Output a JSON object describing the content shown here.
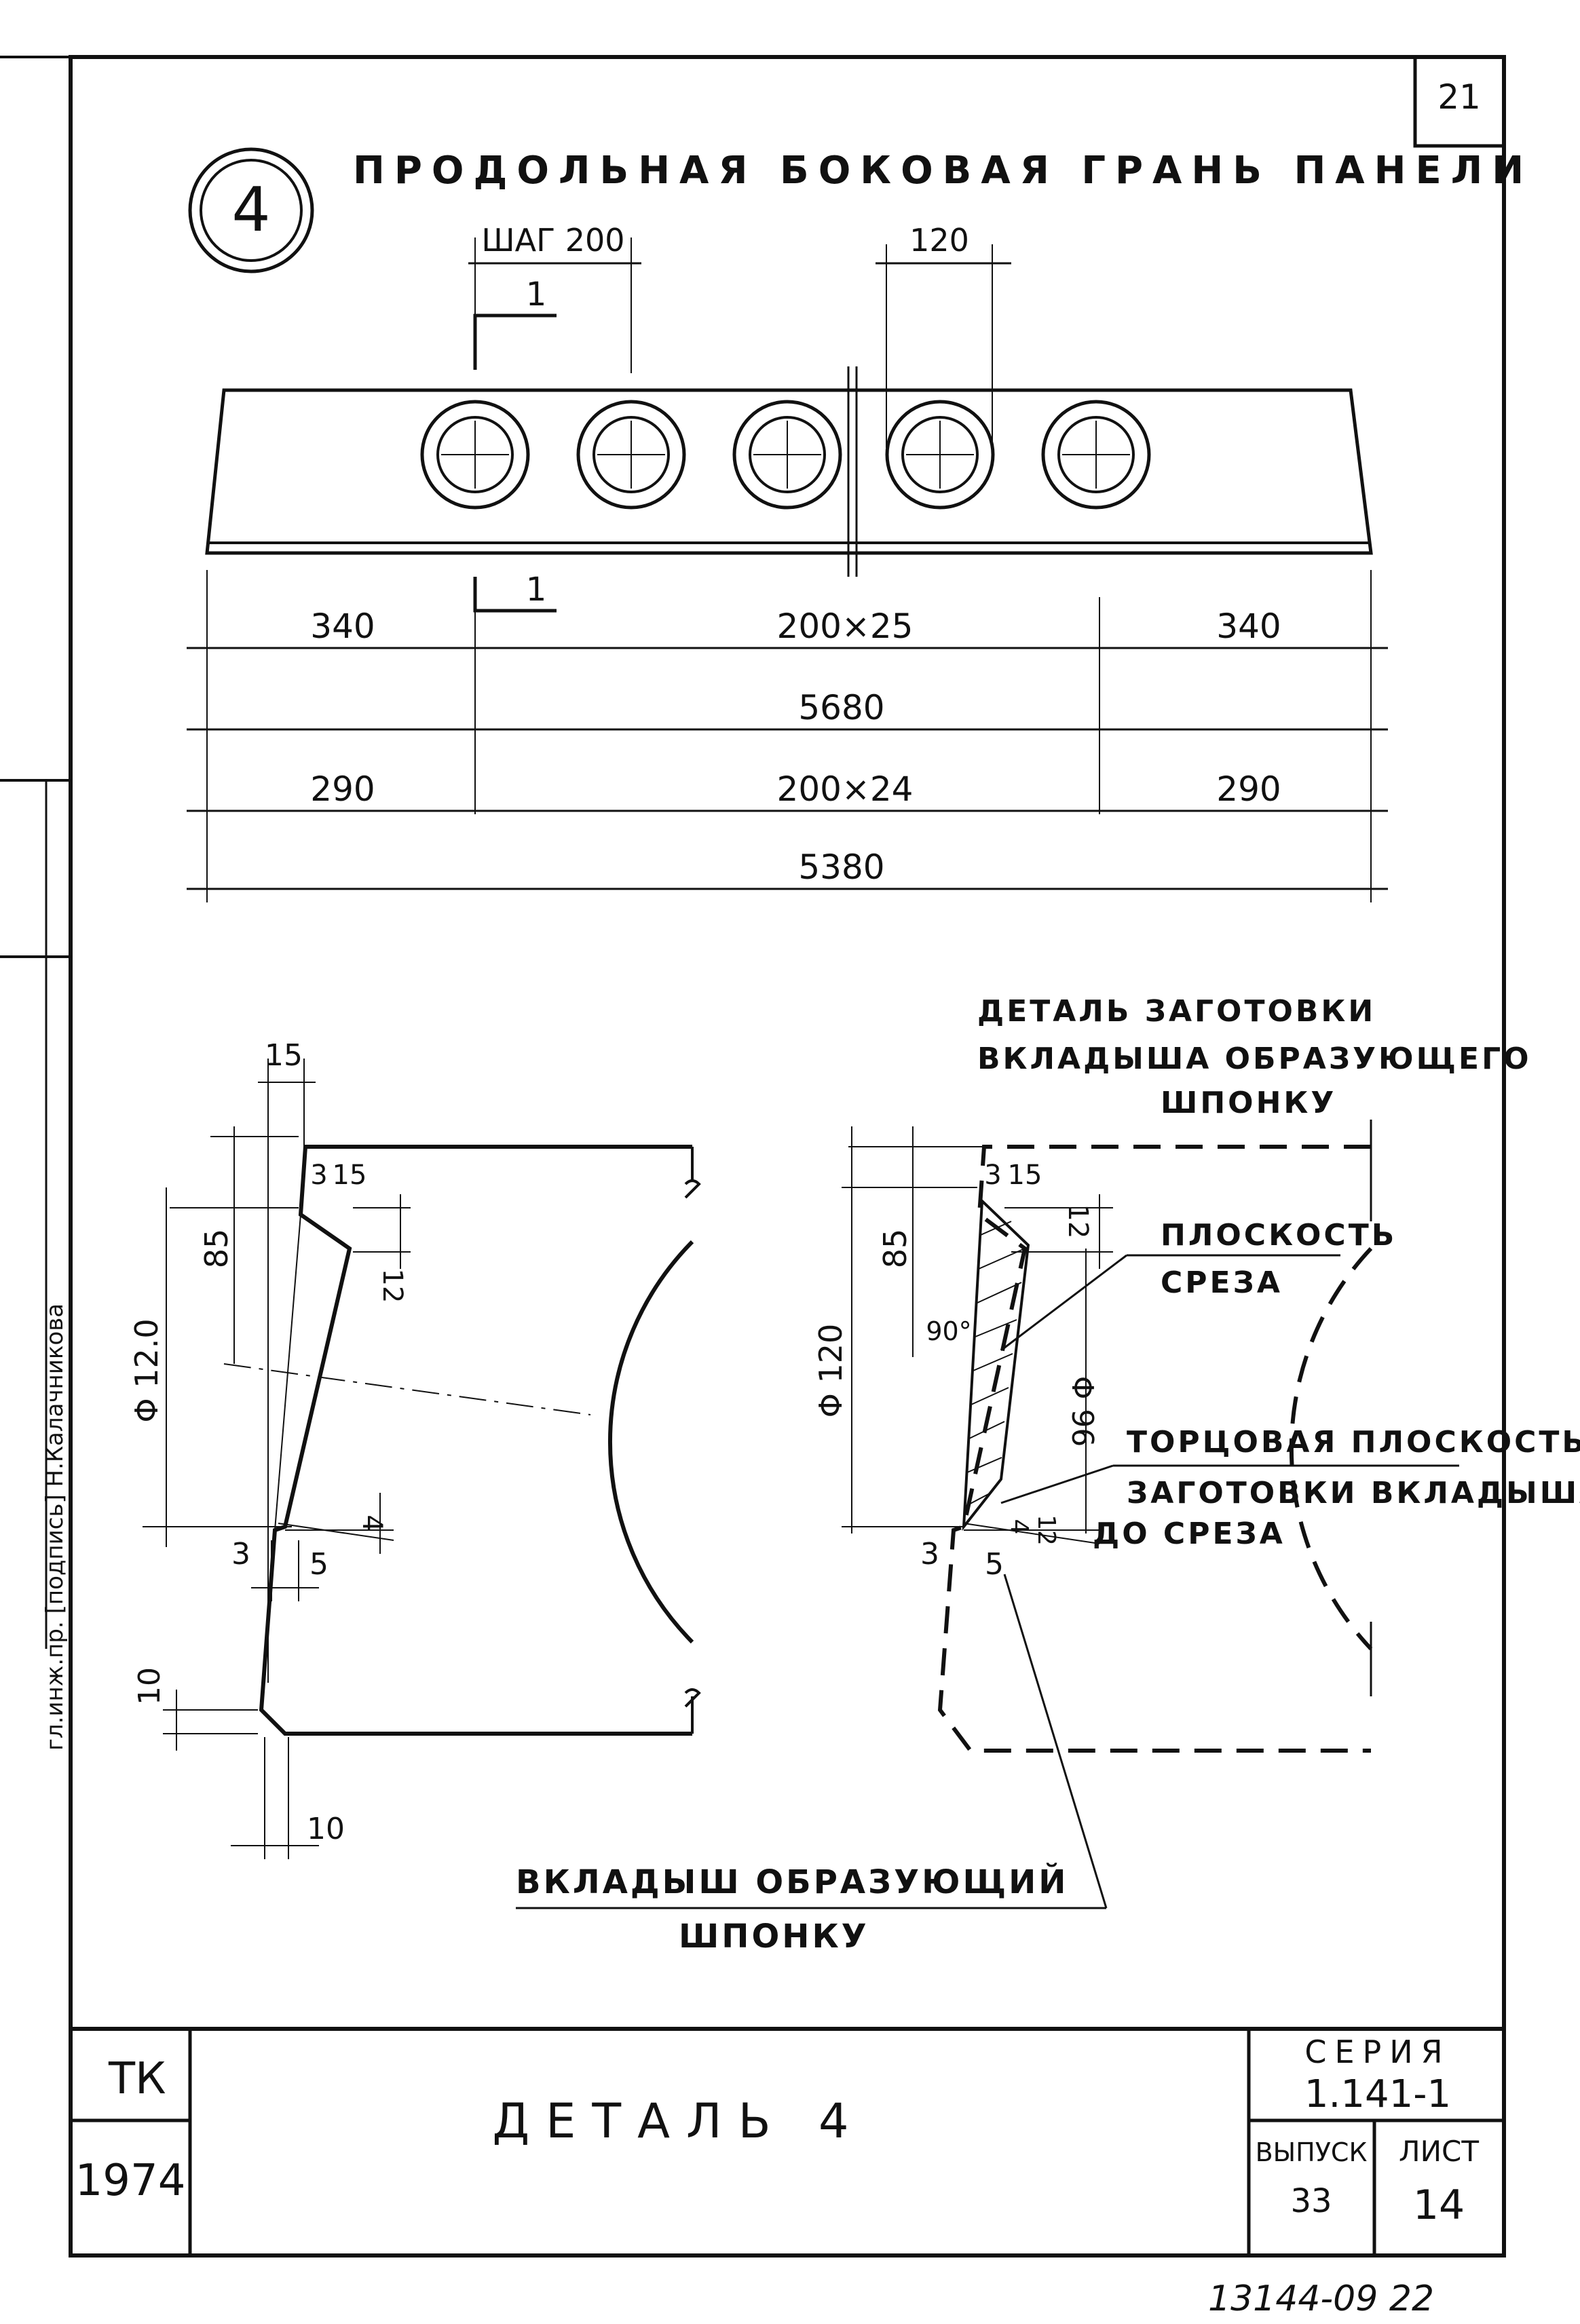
{
  "sheet_corner_number": "21",
  "view_number": "4",
  "view_title": "ПРОДОЛЬНАЯ БОКОВАЯ ГРАНЬ ПАНЕЛИ",
  "elevation": {
    "step_label": "ШАГ 200",
    "hole_dim": "120",
    "section_mark": "1",
    "dims": {
      "row1": [
        "340",
        "200×25",
        "340"
      ],
      "total1": "5680",
      "row2": [
        "290",
        "200×24",
        "290"
      ],
      "total2": "5380"
    }
  },
  "left_detail": {
    "dims": [
      "15",
      "3",
      "15",
      "85",
      "12",
      "Φ 12.0",
      "4",
      "3",
      "5",
      "10",
      "10"
    ]
  },
  "right_detail": {
    "title_lines": [
      "ДЕТАЛЬ ЗАГОТОВКИ",
      "ВКЛАДЫША ОБРАЗУЮЩЕГО",
      "ШПОНКУ"
    ],
    "dims": [
      "3",
      "15",
      "85",
      "12",
      "90°",
      "Φ 120",
      "Φ 96",
      "3",
      "5",
      "4",
      "12"
    ],
    "callout1": [
      "ПЛОСКОСТЬ",
      "СРЕЗА"
    ],
    "callout2": [
      "ТОРЦОВАЯ ПЛОСКОСТЬ",
      "ЗАГОТОВКИ ВКЛАДЫША",
      "ДО СРЕЗА"
    ]
  },
  "insert_label": [
    "ВКЛАДЫШ ОБРАЗУЮЩИЙ",
    "ШПОНКУ"
  ],
  "side_stamp": "гл.инж.пр. [подпись] Н.Калачникова",
  "title_block": {
    "org": "ТК",
    "year": "1974",
    "title": "ДЕТАЛЬ 4",
    "series_label": "СЕРИЯ",
    "series_value": "1.141-1",
    "issue_label": "ВЫПУСК",
    "issue_value": "33",
    "sheet_label": "ЛИСТ",
    "sheet_value": "14"
  },
  "footer_code": "13144-09 22"
}
